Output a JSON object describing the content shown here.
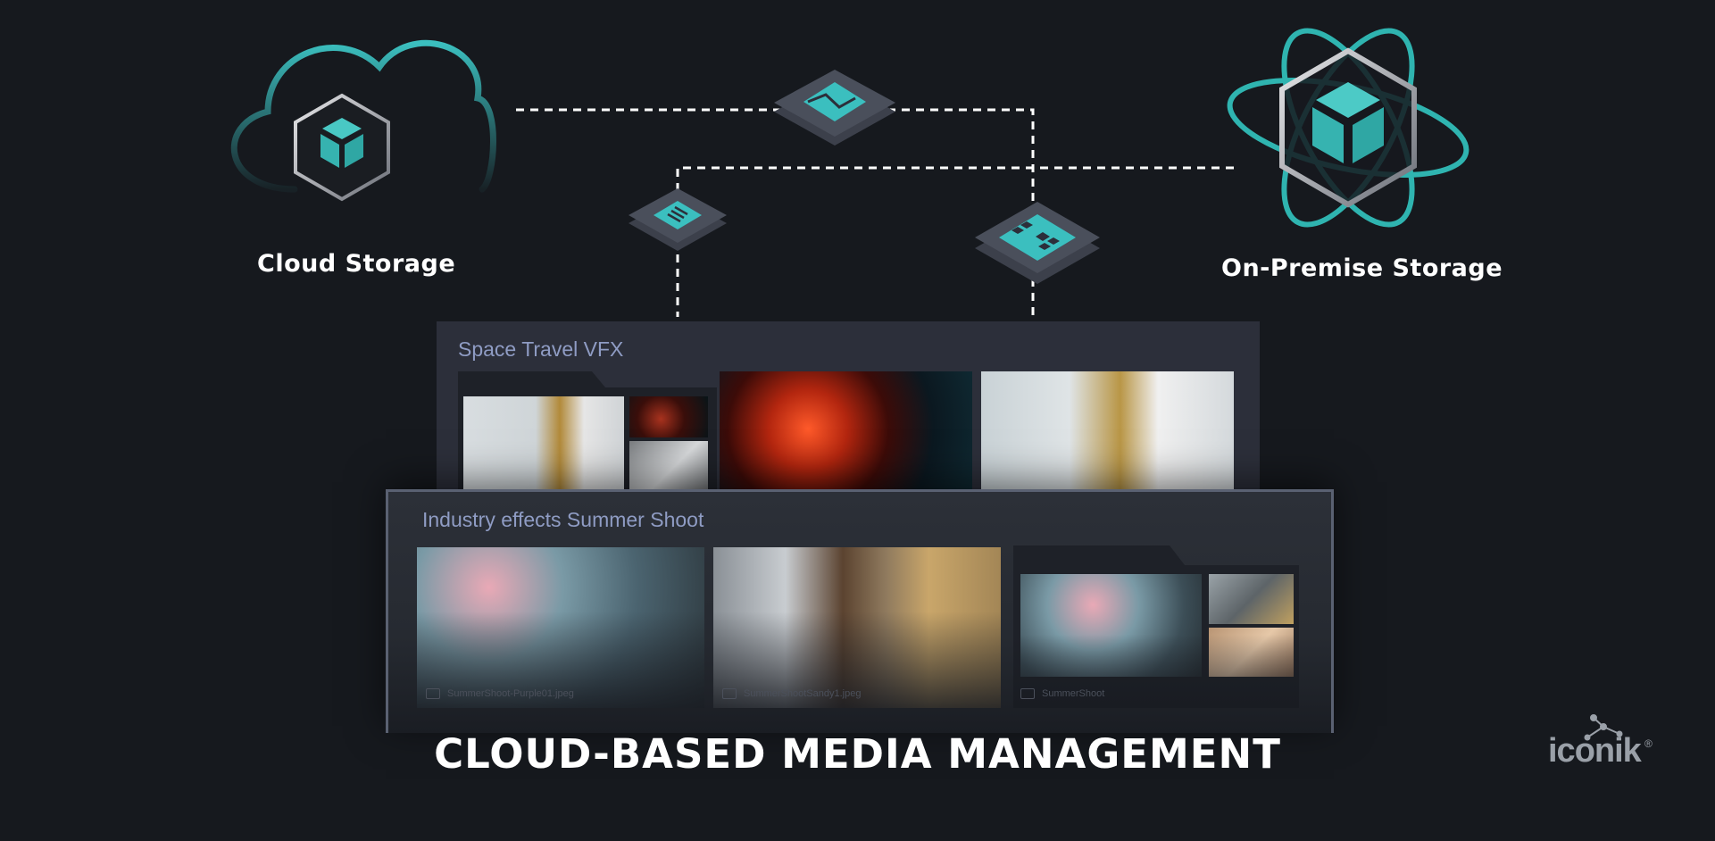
{
  "storage": {
    "cloud_label": "Cloud Storage",
    "onprem_label": "On-Premise Storage"
  },
  "icons": {
    "cloud": "cloud-icon",
    "cube": "cube-icon",
    "atom": "atom-icon",
    "image_tile": "image-icon",
    "document_tile": "document-icon",
    "film_tile": "film-icon"
  },
  "collections": {
    "back_title": "Space Travel VFX",
    "front_title": "Industry effects Summer Shoot",
    "front_items": [
      {
        "caption": "SummerShoot-Purple01.jpeg"
      },
      {
        "caption": "SummerShootSandy1.jpeg"
      },
      {
        "caption": "SummerShoot"
      }
    ]
  },
  "headline": "CLOUD-BASED MEDIA MANAGEMENT",
  "logo": {
    "text": "iconik",
    "mark": "®"
  },
  "colors": {
    "background": "#16191e",
    "teal": "#3bbfbf",
    "panel": "#2c2f3a",
    "panel_title": "#8f9cc4"
  }
}
